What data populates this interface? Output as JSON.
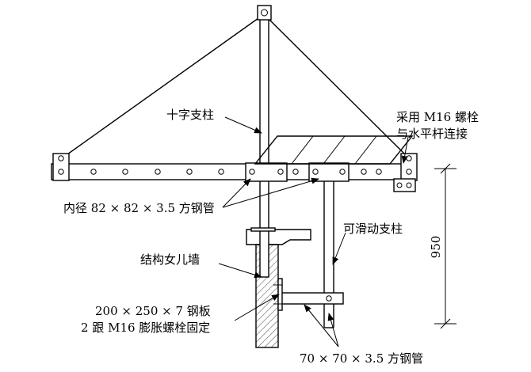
{
  "labels": {
    "cross_post": "十字支柱",
    "bolt_line1": "采用 M16 螺栓",
    "bolt_line2": "与水平杆连接",
    "tube_inner": "内径 82 × 82 × 3.5 方钢管",
    "sliding_post": "可滑动支柱",
    "parapet": "结构女儿墙",
    "plate_line1": "200 × 250 × 7 钢板",
    "plate_line2": "2 跟 M16 膨胀螺栓固定",
    "tube_small": "70 × 70 × 3.5 方钢管"
  },
  "dimension": {
    "value": "950"
  },
  "colors": {
    "line": "#000000",
    "background": "#ffffff"
  }
}
